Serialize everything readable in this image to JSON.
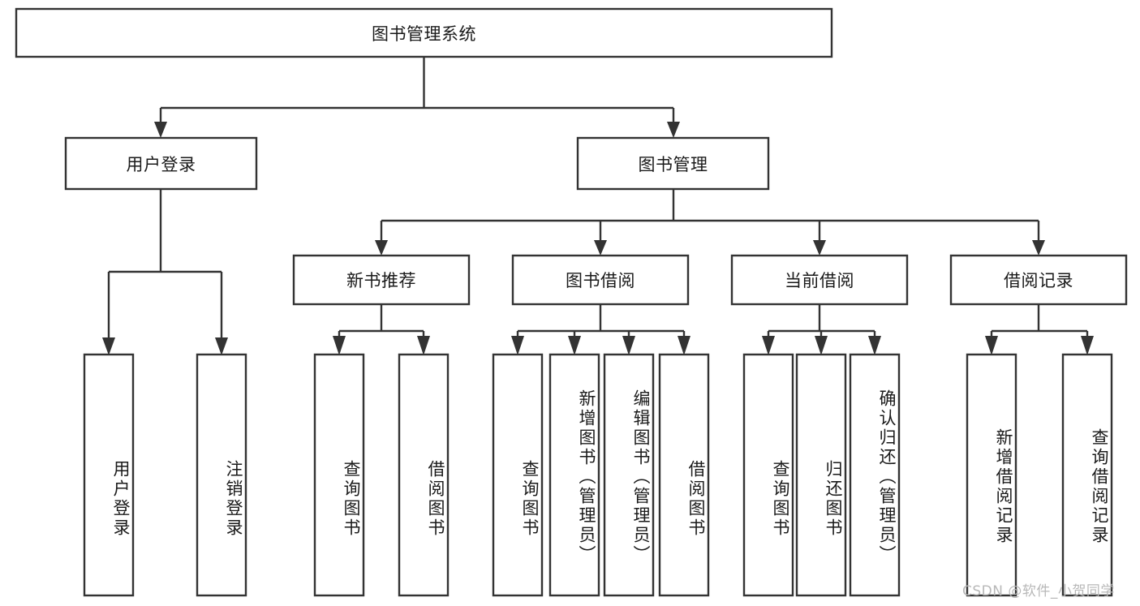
{
  "diagram": {
    "title": "图书管理系统",
    "type": "tree-hierarchy",
    "orientation": "top-down",
    "colors": {
      "box_stroke": "#333333",
      "box_fill": "#ffffff",
      "connector": "#333333",
      "text": "#1a1a1a",
      "watermark": "#b8b8b8",
      "background": "#ffffff"
    },
    "root": {
      "label": "图书管理系统"
    },
    "level2": [
      {
        "label": "用户登录"
      },
      {
        "label": "图书管理"
      }
    ],
    "level3": [
      {
        "label": "新书推荐"
      },
      {
        "label": "图书借阅"
      },
      {
        "label": "当前借阅"
      },
      {
        "label": "借阅记录"
      }
    ],
    "leaves": {
      "user_login": [
        {
          "label": "用户登录"
        },
        {
          "label": "注销登录"
        }
      ],
      "new_book_recommend": [
        {
          "label": "查询图书"
        },
        {
          "label": "借阅图书"
        }
      ],
      "book_borrow": [
        {
          "label": "查询图书"
        },
        {
          "label": "新增图书（管理员）"
        },
        {
          "label": "编辑图书（管理员）"
        },
        {
          "label": "借阅图书"
        }
      ],
      "current_borrow": [
        {
          "label": "查询图书"
        },
        {
          "label": "归还图书"
        },
        {
          "label": "确认归还（管理员）"
        }
      ],
      "borrow_record": [
        {
          "label": "新增借阅记录"
        },
        {
          "label": "查询借阅记录"
        }
      ]
    },
    "watermark": "CSDN @软件_小贺同学"
  }
}
